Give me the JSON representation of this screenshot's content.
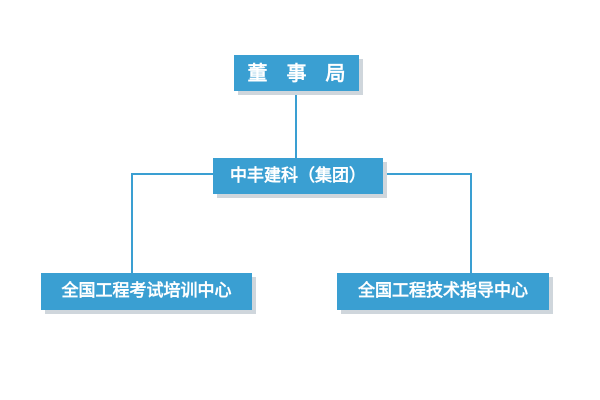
{
  "org_chart": {
    "nodes": {
      "board": "董 事 局",
      "group": "中丰建科（集团）",
      "training_center": "全国工程考试培训中心",
      "guidance_center": "全国工程技术指导中心"
    },
    "relations": [
      {
        "from": "board",
        "to": "group"
      },
      {
        "from": "group",
        "to": "training_center"
      },
      {
        "from": "group",
        "to": "guidance_center"
      }
    ],
    "colors": {
      "node_fill": "#3a9fd2",
      "node_text": "#ffffff",
      "connector": "#3a9fd2",
      "shadow": "#cfd6dc"
    }
  }
}
